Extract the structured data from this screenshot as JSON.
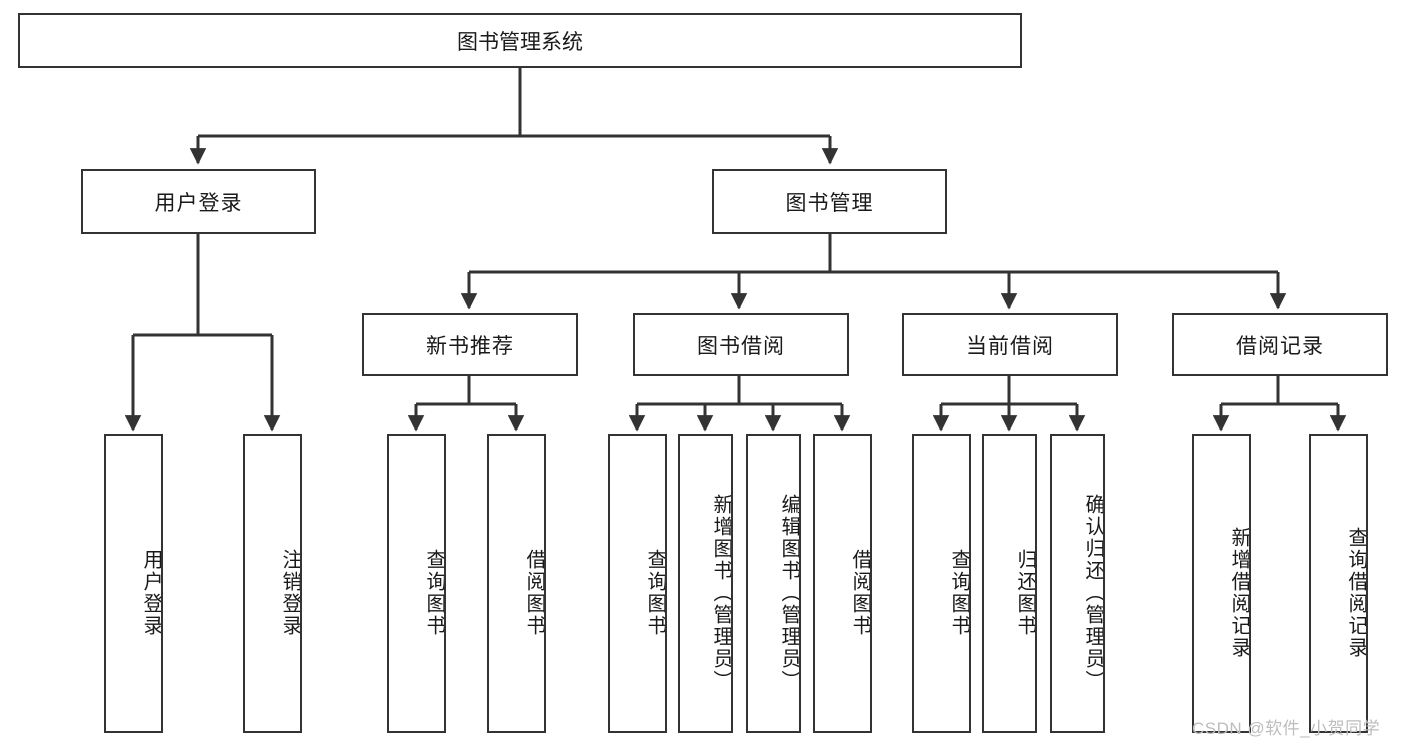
{
  "diagram": {
    "title": "图书管理系统",
    "type": "hierarchy-tree",
    "colors": {
      "stroke": "#333333",
      "fill": "#ffffff",
      "text": "#1a1a1a",
      "watermark": "#bdbdbd"
    },
    "root": {
      "label": "图书管理系统"
    },
    "level2": [
      {
        "label": "用户登录"
      },
      {
        "label": "图书管理"
      }
    ],
    "level3": [
      {
        "label": "新书推荐"
      },
      {
        "label": "图书借阅"
      },
      {
        "label": "当前借阅"
      },
      {
        "label": "借阅记录"
      }
    ],
    "leaves": {
      "user_login": [
        {
          "label": "用户登录"
        },
        {
          "label": "注销登录"
        }
      ],
      "new_book": [
        {
          "label": "查询图书"
        },
        {
          "label": "借阅图书"
        }
      ],
      "book_borrow": [
        {
          "label": "查询图书"
        },
        {
          "label": "新增图书（管理员）"
        },
        {
          "label": "编辑图书（管理员）"
        },
        {
          "label": "借阅图书"
        }
      ],
      "current_borrow": [
        {
          "label": "查询图书"
        },
        {
          "label": "归还图书"
        },
        {
          "label": "确认归还（管理员）"
        }
      ],
      "borrow_record": [
        {
          "label": "新增借阅记录"
        },
        {
          "label": "查询借阅记录"
        }
      ]
    }
  },
  "watermark": {
    "text": "CSDN @软件_小贺同学"
  }
}
